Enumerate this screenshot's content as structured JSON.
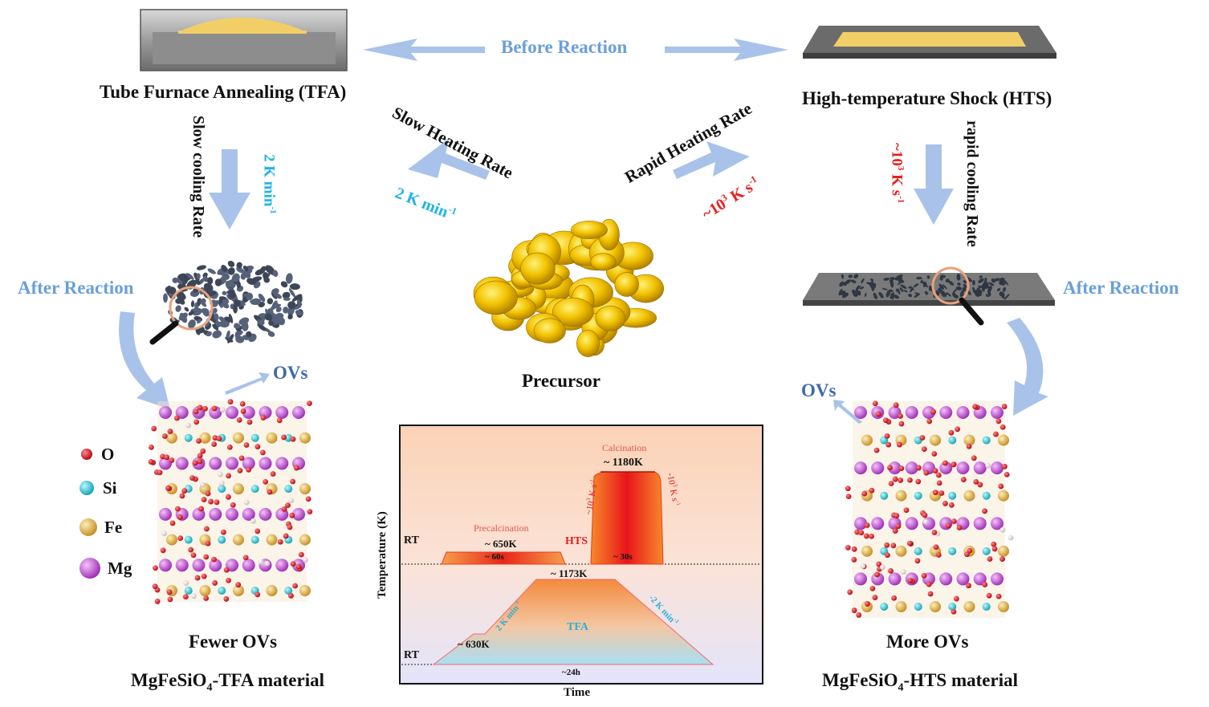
{
  "top": {
    "tfa_title": "Tube Furnace Annealing (TFA)",
    "hts_title": "High-temperature Shock (HTS)",
    "before_reaction": "Before Reaction"
  },
  "center": {
    "slow_heating": "Slow Heating Rate",
    "slow_rate": "2 K min",
    "slow_rate_sup": "-1",
    "rapid_heating": "Rapid Heating Rate",
    "rapid_rate": "~10",
    "rapid_rate_sup": "3",
    "rapid_rate_unit": " K s",
    "rapid_rate_unit_sup": "-1",
    "precursor": "Precursor"
  },
  "left": {
    "slow_cooling": "Slow cooling Rate",
    "cool_rate": "2 K min",
    "cool_rate_sup": "-1",
    "after_reaction": "After Reaction",
    "ovs": "OVs",
    "outcome": "Fewer OVs",
    "material_a": "MgFeSiO",
    "material_sub": "4",
    "material_b": "-TFA material"
  },
  "right": {
    "rapid_cooling": "rapid cooling Rate",
    "cool_rate": "~10",
    "cool_rate_sup": "3",
    "cool_rate_unit": " K s",
    "cool_rate_unit_sup": "-1",
    "after_reaction": "After Reaction",
    "ovs": "OVs",
    "outcome": "More OVs",
    "material_a": "MgFeSiO",
    "material_sub": "4",
    "material_b": "-HTS material"
  },
  "legend": {
    "items": [
      {
        "symbol": "O",
        "color": "#d8121a"
      },
      {
        "symbol": "Si",
        "color": "#27cfd6"
      },
      {
        "symbol": "Fe",
        "color": "#e8b546"
      },
      {
        "symbol": "Mg",
        "color": "#c85ad8"
      }
    ]
  },
  "inset": {
    "ylabel": "Temperature (K)",
    "xlabel": "Time",
    "hts_label": "HTS",
    "tfa_label": "TFA",
    "rt_top": "RT",
    "rt_bottom": "RT",
    "precalcination": "Precalcination",
    "calcination": "Calcination",
    "t650": "~ 650K",
    "t60s": "~ 60s",
    "t1180": "~ 1180K",
    "t30s": "~ 30s",
    "rate_up": "~10",
    "rate_up_sup": "3",
    "rate_up_unit": " K s",
    "rate_up_unit_sup": "-1",
    "rate_down": "-10",
    "rate_down_sup": "3",
    "rate_down_unit": " K s",
    "rate_down_unit_sup": "-1",
    "t1173": "~ 1173K",
    "t630": "~ 630K",
    "t24h": "~24h",
    "tfa_up": "2 K min",
    "tfa_up_sup": "-1",
    "tfa_down": "-2 K min",
    "tfa_down_sup": "-1"
  },
  "colors": {
    "arrow_blue": "#a9c2ea",
    "heading_blue": "#6a9fd8",
    "rate_cyan": "#1fb3e6",
    "rate_red": "#e8201c",
    "precursor_gold": "#e6b800"
  }
}
